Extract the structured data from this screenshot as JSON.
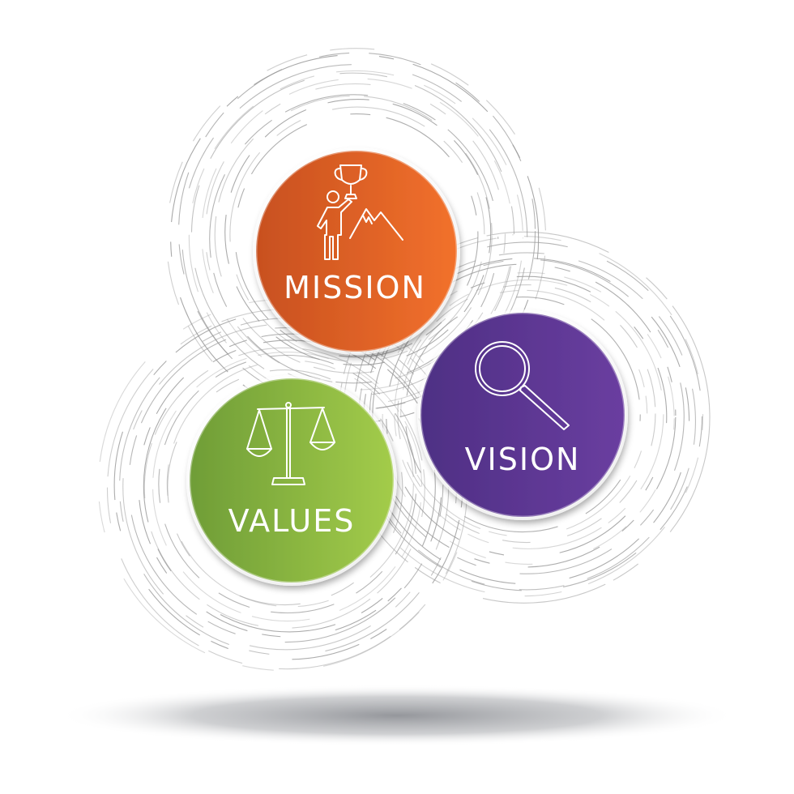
{
  "diagram": {
    "nodes": [
      {
        "id": "mission",
        "label": "MISSION",
        "icon": "trophy-mountain-icon",
        "color_dark": "#c8501f",
        "color_light": "#f2712c",
        "text_color": "#ffffff"
      },
      {
        "id": "vision",
        "label": "VISION",
        "icon": "magnifier-icon",
        "color_dark": "#4e2f84",
        "color_light": "#6a3ea0",
        "text_color": "#ffffff"
      },
      {
        "id": "values",
        "label": "VALUES",
        "icon": "balance-scale-icon",
        "color_dark": "#6f9d37",
        "color_light": "#a3cc4a",
        "text_color": "#ffffff"
      }
    ],
    "background": {
      "ring_color": "#9a9a9a",
      "shadow_color": "#8f9196"
    }
  }
}
